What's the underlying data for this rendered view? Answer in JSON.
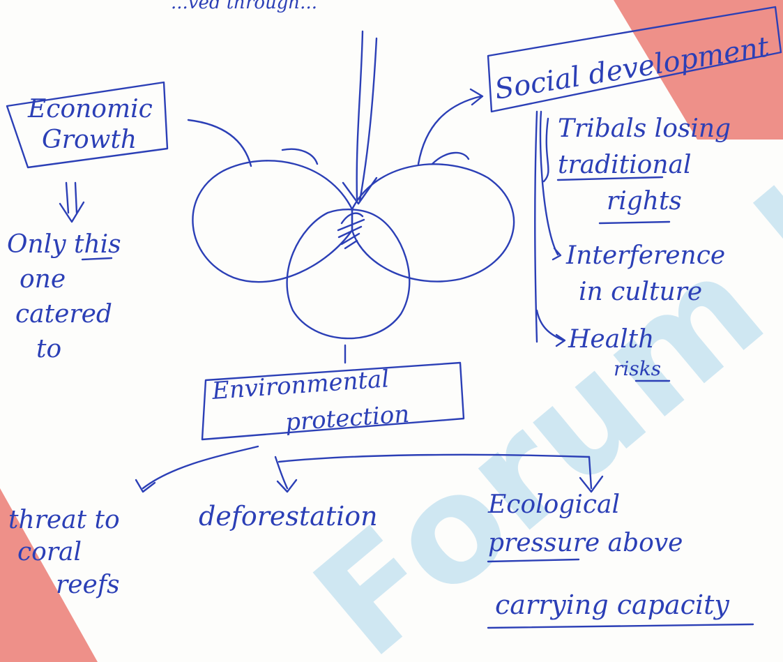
{
  "colors": {
    "ink": "#2b3fb6",
    "watermark_blue": "#2f9bd6",
    "watermark_red": "#e2372c"
  },
  "top_partial": "...ved through...",
  "boxes": {
    "social": "Social development",
    "economic_line1": "Economic",
    "economic_line2": "Growth",
    "environment_line1": "Environmental",
    "environment_line2": "protection"
  },
  "economic_note": [
    "Only this",
    "one",
    "catered",
    "to"
  ],
  "social_points": [
    [
      "Tribals losing",
      "traditional",
      "rights"
    ],
    [
      "Interference",
      "in culture"
    ],
    [
      "Health",
      "risks"
    ]
  ],
  "environment_points": {
    "reefs": [
      "threat to",
      "coral",
      "reefs"
    ],
    "deforestation": "deforestation",
    "ecological": [
      "Ecological",
      "pressure above",
      "carrying capacity"
    ]
  },
  "watermark": "Forum IAS"
}
